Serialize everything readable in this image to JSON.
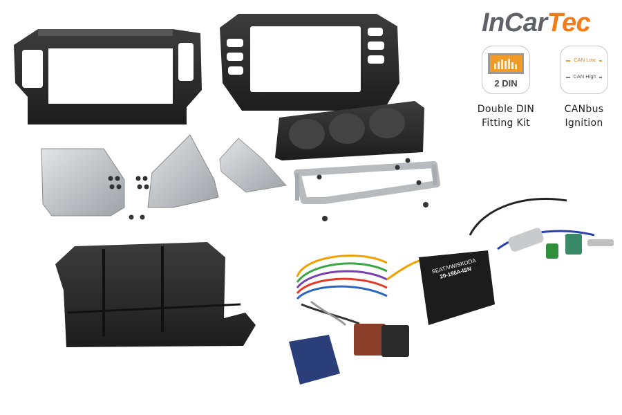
{
  "brand": {
    "part1": "In",
    "part2": "Car",
    "part3": "Tec"
  },
  "badges": [
    {
      "icon": "double-din-icon",
      "label": "2 DIN",
      "caption_line1": "Double DIN",
      "caption_line2": "Fitting Kit"
    },
    {
      "icon": "canbus-icon",
      "line1": "CAN Low",
      "line2": "CAN High",
      "caption_line1": "CANbus",
      "caption_line2": "Ignition"
    }
  ],
  "harness_label": {
    "line1": "SEAT/VW/SKODA",
    "line2": "20-156A-ISN"
  },
  "colors": {
    "brand_orange": "#f07c1a",
    "brand_grey": "#5f6368",
    "fascia_black": "#2a2a2a",
    "bracket_silver": "#bfc2c5"
  }
}
